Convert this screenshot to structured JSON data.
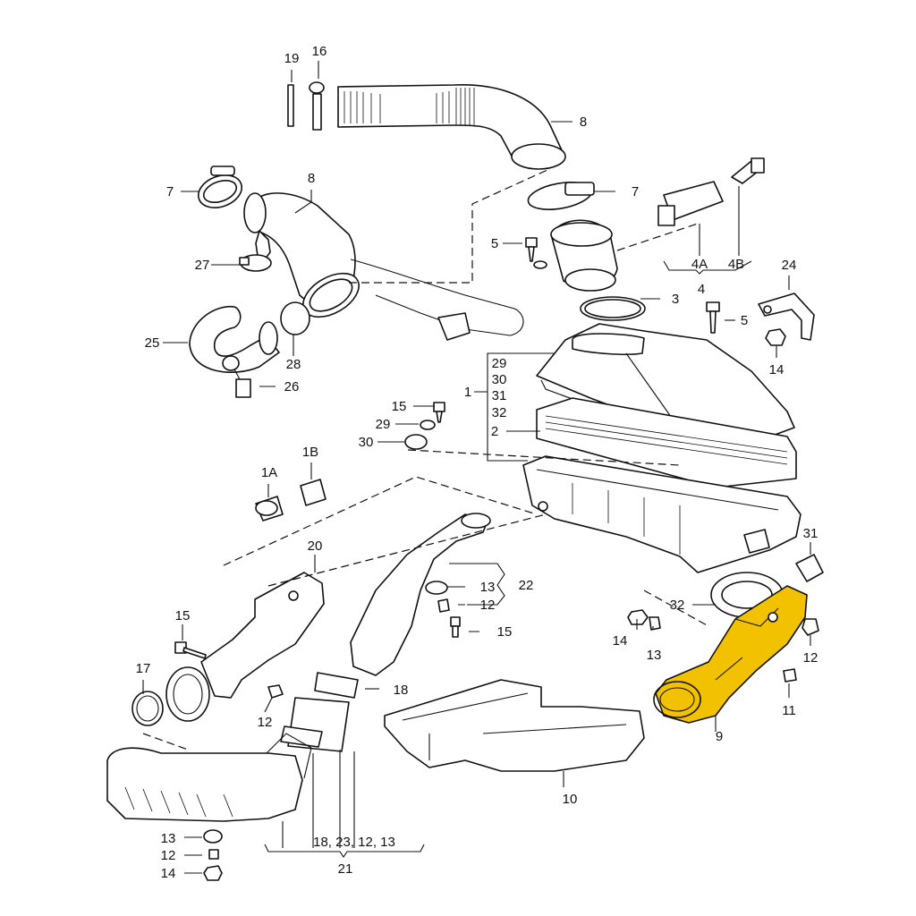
{
  "colors": {
    "highlight": "#f2c200",
    "line": "#111111",
    "background": "#ffffff"
  },
  "labels": {
    "l19": "19",
    "l16": "16",
    "l8a": "8",
    "l8b": "8",
    "l7a": "7",
    "l7b": "7",
    "l5a": "5",
    "l5b": "5",
    "l4a": "4A",
    "l4b": "4B",
    "l4": "4",
    "l24": "24",
    "l3": "3",
    "l27": "27",
    "l25": "25",
    "l28": "28",
    "l26": "26",
    "l14a": "14",
    "l29a": "29",
    "l30a": "30",
    "l1": "1",
    "l31a": "31",
    "l32a": "32",
    "l2": "2",
    "l15a": "15",
    "l29b": "29",
    "l30b": "30",
    "l1a": "1A",
    "l1b": "1B",
    "l20": "20",
    "l13a": "13",
    "l12a": "12",
    "l15b": "15",
    "l22": "22",
    "l31b": "31",
    "l32b": "32",
    "l14b": "14",
    "l13b": "13",
    "l12b": "12",
    "l11": "11",
    "l9": "9",
    "l15c": "15",
    "l17": "17",
    "l12c": "12",
    "l18": "18",
    "l10": "10",
    "l13c": "13",
    "l12d": "12",
    "l14c": "14",
    "l21group": "18, 23, 12, 13",
    "l21": "21"
  }
}
